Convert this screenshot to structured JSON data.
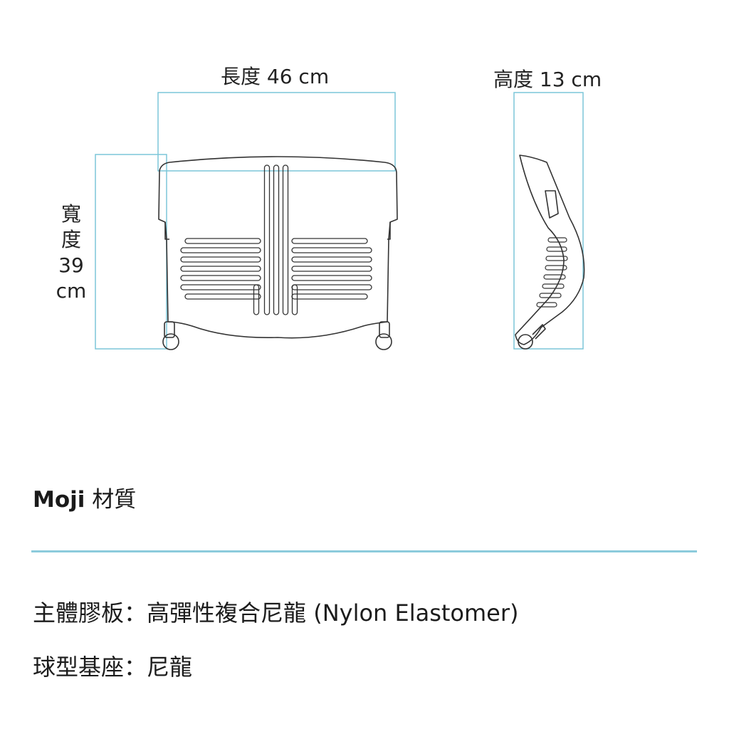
{
  "dimensions": {
    "length_label": "長度 46 cm",
    "height_label": "高度 13 cm",
    "width_lines": [
      "寬",
      "度",
      "39",
      "cm"
    ]
  },
  "colors": {
    "dimension_line": "#7cc6d8",
    "outline": "#333333",
    "divider": "#8ccbdc"
  },
  "material": {
    "brand": "Moji",
    "title": "材質",
    "specs": [
      {
        "label": "主體膠板",
        "separator": "：",
        "value": "高彈性複合尼龍 (Nylon Elastomer)"
      },
      {
        "label": "球型基座",
        "separator": "：",
        "value": "尼龍"
      }
    ]
  }
}
